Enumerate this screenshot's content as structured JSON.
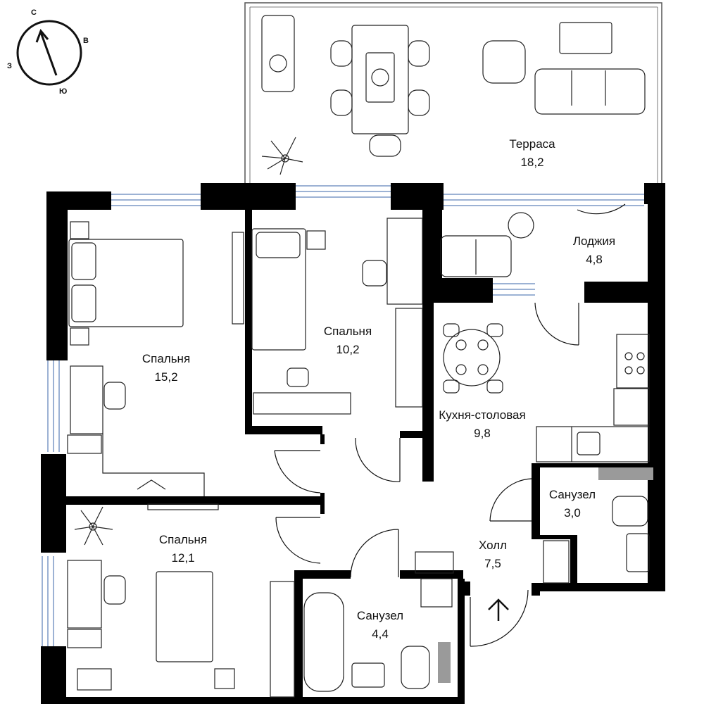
{
  "compass": {
    "north": "С",
    "east": "В",
    "west": "З",
    "south": "Ю"
  },
  "rooms": [
    {
      "id": "terrace",
      "name": "Терраса",
      "area": "18,2"
    },
    {
      "id": "loggia",
      "name": "Лоджия",
      "area": "4,8"
    },
    {
      "id": "bedroom1",
      "name": "Спальня",
      "area": "15,2"
    },
    {
      "id": "bedroom2",
      "name": "Спальня",
      "area": "10,2"
    },
    {
      "id": "kitchen",
      "name": "Кухня-столовая",
      "area": "9,8"
    },
    {
      "id": "bath1",
      "name": "Санузел",
      "area": "3,0"
    },
    {
      "id": "hall",
      "name": "Холл",
      "area": "7,5"
    },
    {
      "id": "bedroom3",
      "name": "Спальня",
      "area": "12,1"
    },
    {
      "id": "bath2",
      "name": "Санузел",
      "area": "4,4"
    }
  ],
  "colors": {
    "wall": "#000000",
    "window": "#3a66a8",
    "furniture": "#222222",
    "tile": "#9a9a9a"
  }
}
